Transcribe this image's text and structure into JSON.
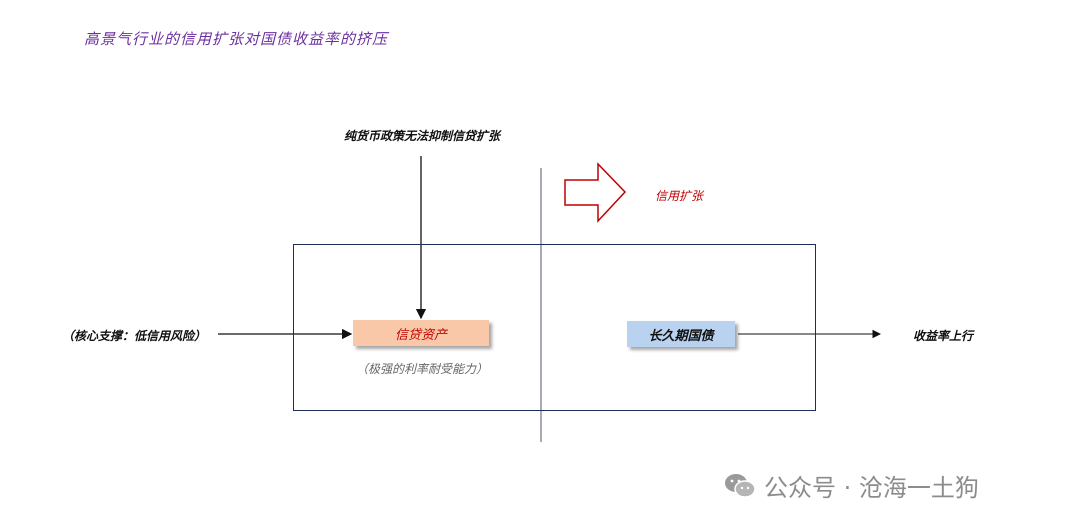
{
  "title": "高景气行业的信用扩张对国债收益率的挤压",
  "top_label": "纯货币政策无法抑制信贷扩张",
  "arrow_label": "信用扩张",
  "left_label": "（核心支撑：低信用风险）",
  "credit_box": "信贷资产",
  "credit_sub": "（极强的利率耐受能力）",
  "bond_box": "长久期国债",
  "right_label": "收益率上行",
  "watermark": "公众号 · 沧海一土狗",
  "colors": {
    "title": "#6b2fa0",
    "accent_red": "#c00000",
    "credit_fill": "#f9c8a8",
    "bond_fill": "#b9d2ef",
    "frame": "#1f2d5a"
  }
}
